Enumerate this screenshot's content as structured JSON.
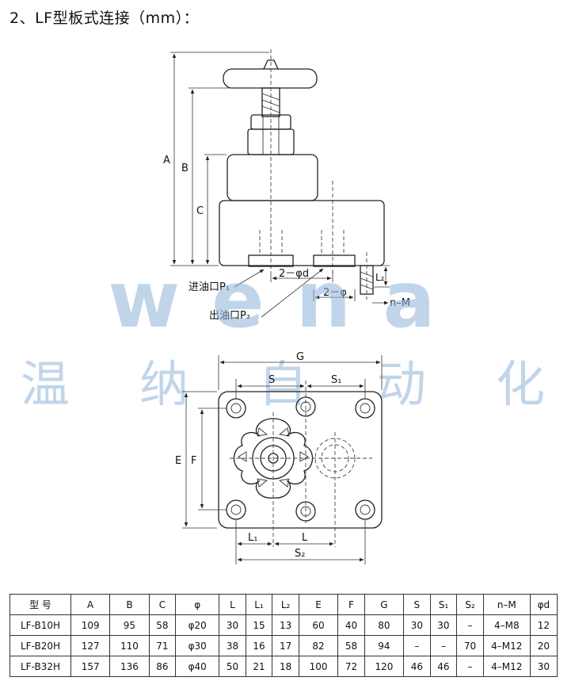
{
  "heading": "2、LF型板式连接（mm）：",
  "drawing_labels": {
    "A": "A",
    "B": "B",
    "C": "C",
    "phi_d": "2－φd",
    "phi": "2－φ",
    "L2": "L₂",
    "nM": "n–M",
    "inlet": "进油口P₁",
    "outlet": "出油口P₂",
    "G": "G",
    "S": "S",
    "S1": "S₁",
    "E": "E",
    "F": "F",
    "L1": "L₁",
    "L": "L",
    "S2": "S₂"
  },
  "watermark": {
    "latin": "wena",
    "chinese": [
      "温",
      "纳",
      "自",
      "动",
      "化"
    ],
    "color": "#8fb3d9"
  },
  "table": {
    "headers": [
      "型 号",
      "A",
      "B",
      "C",
      "φ",
      "L",
      "L₁",
      "L₂",
      "E",
      "F",
      "G",
      "S",
      "S₁",
      "S₂",
      "n–M",
      "φd"
    ],
    "rows": [
      [
        "LF-B10H",
        "109",
        "95",
        "58",
        "φ20",
        "30",
        "15",
        "13",
        "60",
        "40",
        "80",
        "30",
        "30",
        "–",
        "4–M8",
        "12"
      ],
      [
        "LF-B20H",
        "127",
        "110",
        "71",
        "φ30",
        "38",
        "16",
        "17",
        "82",
        "58",
        "94",
        "–",
        "–",
        "70",
        "4–M12",
        "20"
      ],
      [
        "LF-B32H",
        "157",
        "136",
        "86",
        "φ40",
        "50",
        "21",
        "18",
        "100",
        "72",
        "120",
        "46",
        "46",
        "–",
        "4–M12",
        "30"
      ]
    ]
  }
}
